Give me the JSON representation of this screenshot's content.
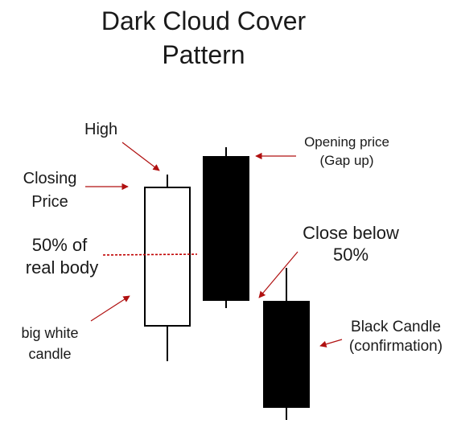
{
  "title": {
    "line1": "Dark Cloud Cover",
    "line2": "Pattern"
  },
  "labels": {
    "high": "High",
    "closing_line1": "Closing",
    "closing_line2": "Price",
    "fifty_line1": "50% of",
    "fifty_line2": "real body",
    "big_white_line1": "big white",
    "big_white_line2": "candle",
    "opening_line1": "Opening price",
    "opening_line2": "(Gap up)",
    "close_below_line1": "Close below",
    "close_below_line2": "50%",
    "black_candle_line1": "Black Candle",
    "black_candle_line2": "(confirmation)"
  },
  "colors": {
    "arrow": "#b01010",
    "midline": "#c00000",
    "candle_stroke": "#000000",
    "white_body": "#ffffff",
    "black_body": "#000000"
  }
}
